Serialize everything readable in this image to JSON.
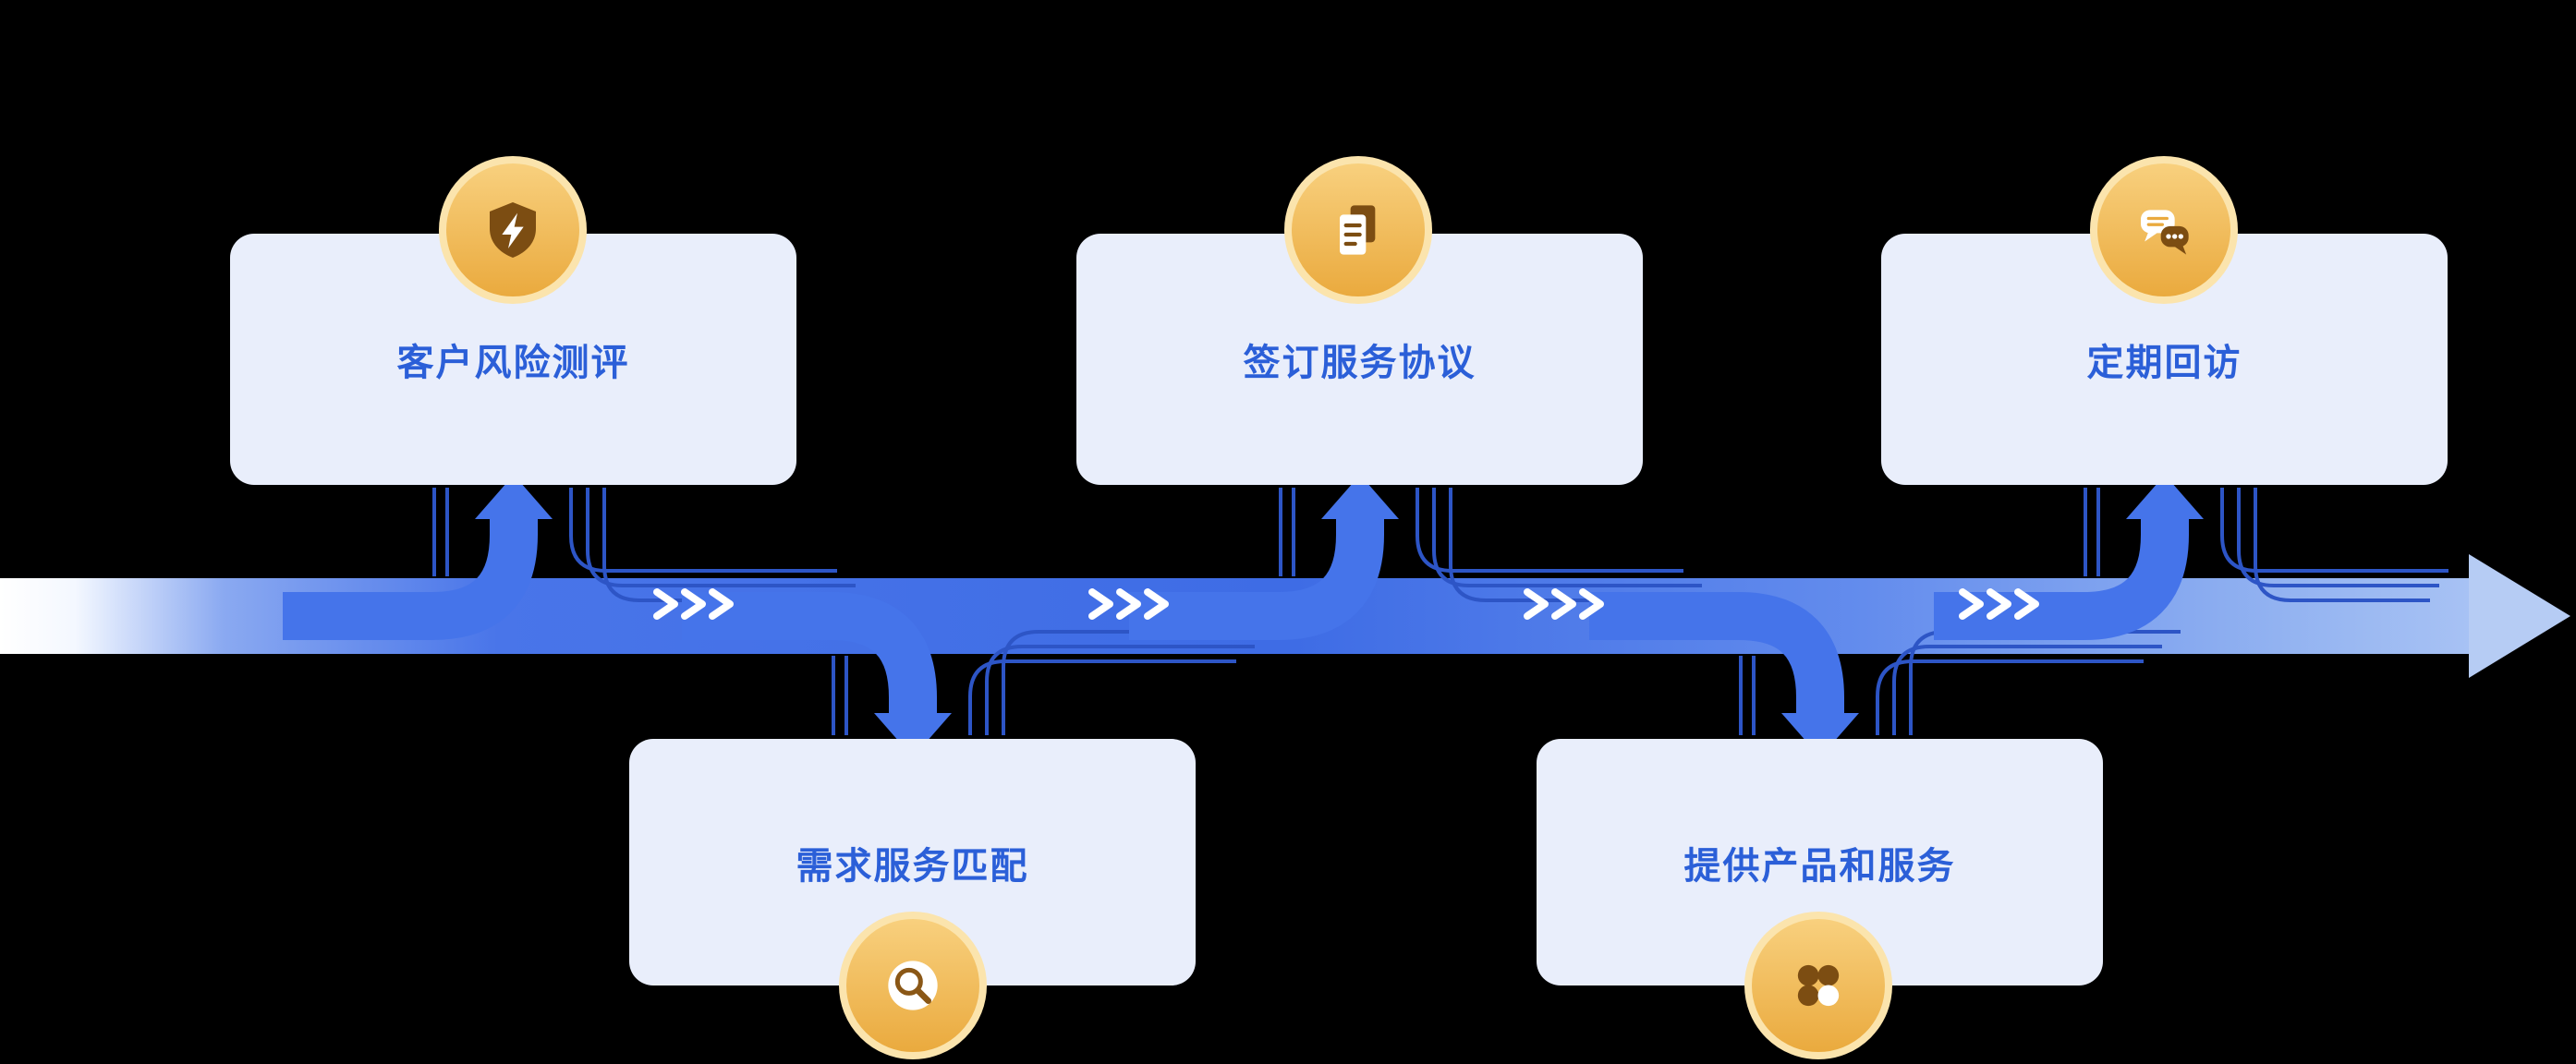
{
  "page": {
    "background": "#000000",
    "type": "process-flow-diagram"
  },
  "steps": [
    {
      "label": "客户风险测评",
      "icon": "shield-bolt-icon",
      "position": "top"
    },
    {
      "label": "需求服务匹配",
      "icon": "magnifier-icon",
      "position": "bottom"
    },
    {
      "label": "签订服务协议",
      "icon": "documents-icon",
      "position": "top"
    },
    {
      "label": "提供产品和服务",
      "icon": "clover-icon",
      "position": "bottom"
    },
    {
      "label": "定期回访",
      "icon": "chat-bubbles-icon",
      "position": "top"
    }
  ],
  "flow": {
    "shape": "horizontal-arrow-with-branches",
    "chevron_groups": 4,
    "chevrons_per_group": 3,
    "colors": {
      "band_start": "#ffffff",
      "band_main": "#3e6ce5",
      "band_end": "#a9c3f4",
      "arrowhead": "#b6ccf4",
      "branch": "#4574ea",
      "echo_line": "#2d55c6",
      "chevron": "#ffffff"
    }
  },
  "card_style": {
    "background": "#e9eefb",
    "text_color": "#2b5fd8"
  },
  "icon_badge_style": {
    "ring": "#fbe4ad",
    "gold_top": "#f8d07e",
    "gold_bottom": "#eaaa3e",
    "glyph_dark": "#7c4d12",
    "glyph_light": "#ffffff"
  }
}
